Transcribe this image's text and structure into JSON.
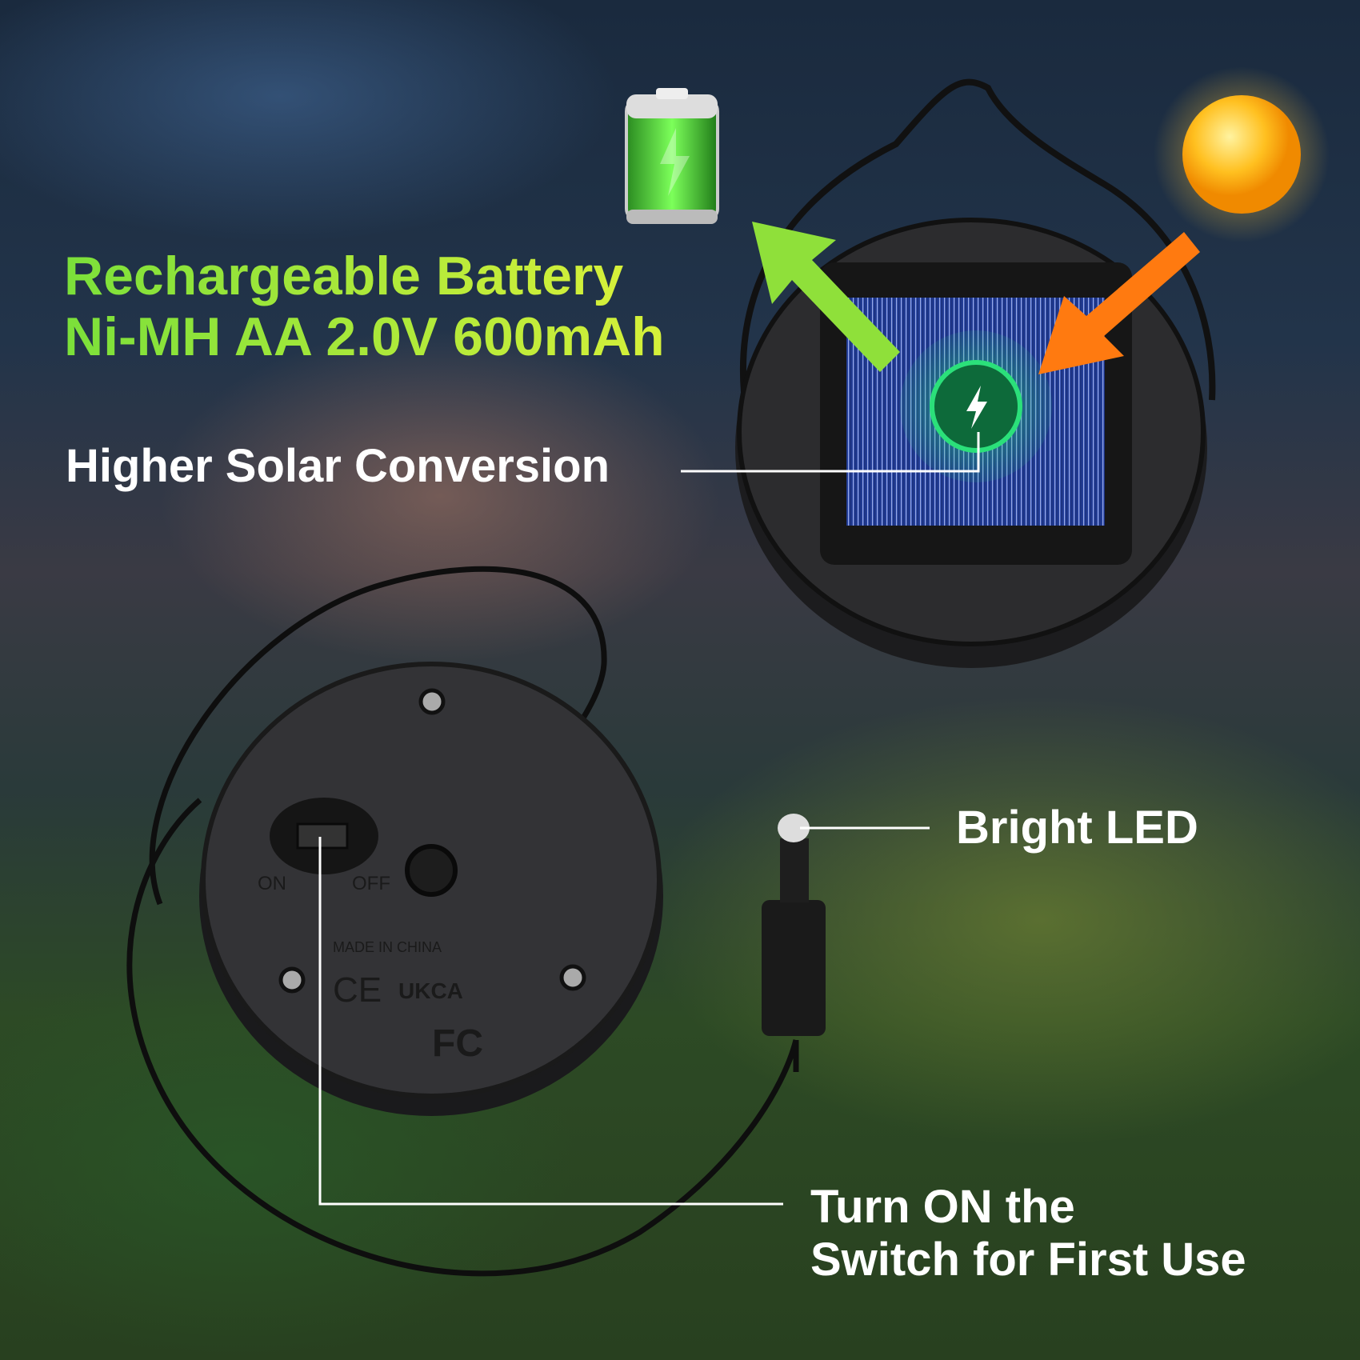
{
  "battery": {
    "line1": "Rechargeable Battery",
    "line2": "Ni-MH AA 2.0V 600mAh"
  },
  "solar": {
    "label": "Higher Solar Conversion"
  },
  "led": {
    "label": "Bright LED"
  },
  "switch": {
    "line1": "Turn ON the",
    "line2": "Switch for First Use",
    "on_label": "ON",
    "off_label": "OFF"
  },
  "markings": {
    "made_in": "MADE IN CHINA",
    "ce": "CE",
    "ukca": "UKCA",
    "fcc": "FC"
  },
  "colors": {
    "headline_green": "#9be03a",
    "arrow_green": "#8fe03a",
    "arrow_orange": "#ff7a10",
    "sun": "#ffc020",
    "charge_ring": "#2be07a"
  }
}
